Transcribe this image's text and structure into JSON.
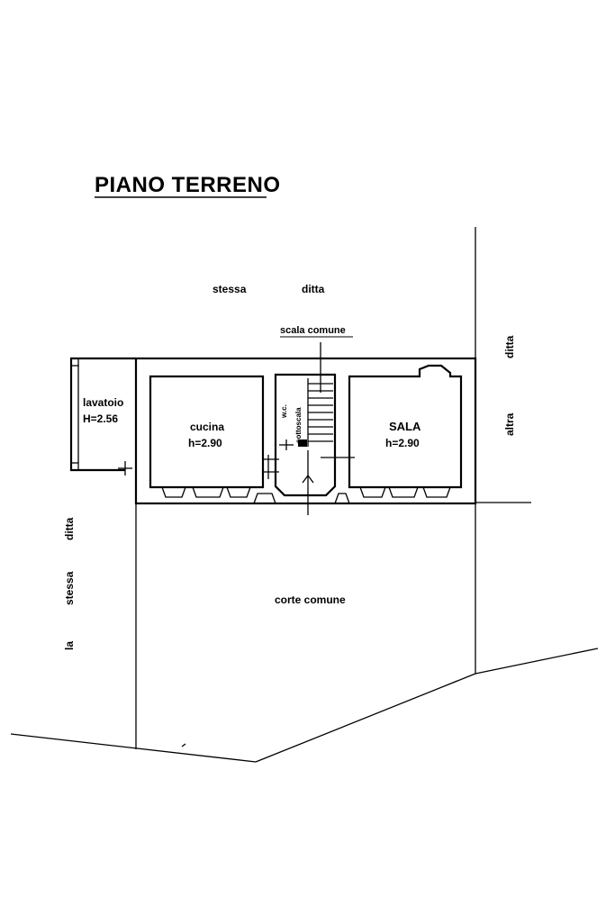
{
  "title": "PIANO TERRENO",
  "labels": {
    "stessa_top": "stessa",
    "ditta_top": "ditta",
    "scala_comune": "scala comune",
    "ditta_right": "ditta",
    "altra_right": "altra",
    "lavatoio": "lavatoio",
    "lavatoio_h": "H=2.56",
    "cucina": "cucina",
    "cucina_h": "h=2.90",
    "wc": "w.c.",
    "sottoscala": "sottoscala",
    "sala": "SALA",
    "sala_h": "h=2.90",
    "ditta_left": "ditta",
    "stessa_left": "stessa",
    "la_left": "la",
    "corte_comune": "corte comune"
  }
}
